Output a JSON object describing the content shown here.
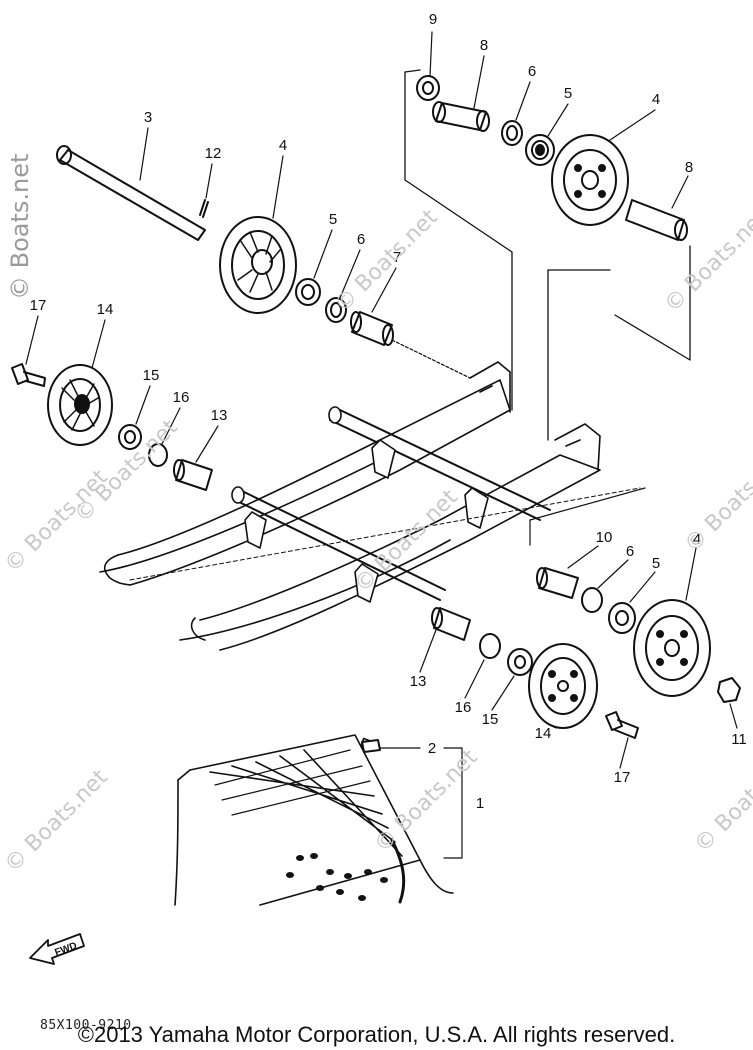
{
  "watermark": "© Boats.net",
  "callouts": [
    {
      "id": "c1",
      "label": "9"
    },
    {
      "id": "c2",
      "label": "8"
    },
    {
      "id": "c3",
      "label": "6"
    },
    {
      "id": "c4",
      "label": "5"
    },
    {
      "id": "c5",
      "label": "4"
    },
    {
      "id": "c6",
      "label": "8"
    },
    {
      "id": "c7",
      "label": "3"
    },
    {
      "id": "c8",
      "label": "12"
    },
    {
      "id": "c9",
      "label": "4"
    },
    {
      "id": "c10",
      "label": "5"
    },
    {
      "id": "c11",
      "label": "6"
    },
    {
      "id": "c12",
      "label": "7"
    },
    {
      "id": "c13",
      "label": "17"
    },
    {
      "id": "c14",
      "label": "14"
    },
    {
      "id": "c15",
      "label": "15"
    },
    {
      "id": "c16",
      "label": "16"
    },
    {
      "id": "c17",
      "label": "13"
    },
    {
      "id": "c18",
      "label": "10"
    },
    {
      "id": "c19",
      "label": "6"
    },
    {
      "id": "c20",
      "label": "5"
    },
    {
      "id": "c21",
      "label": "4"
    },
    {
      "id": "c22",
      "label": "13"
    },
    {
      "id": "c23",
      "label": "16"
    },
    {
      "id": "c24",
      "label": "15"
    },
    {
      "id": "c25",
      "label": "14"
    },
    {
      "id": "c26",
      "label": "11"
    },
    {
      "id": "c27",
      "label": "17"
    },
    {
      "id": "c28",
      "label": "2"
    },
    {
      "id": "c29",
      "label": "1"
    }
  ],
  "fwd_label": "FWD",
  "drawing_code": "85X100-9210",
  "copyright": "©2013 Yamaha Motor Corporation, U.S.A. All rights reserved."
}
